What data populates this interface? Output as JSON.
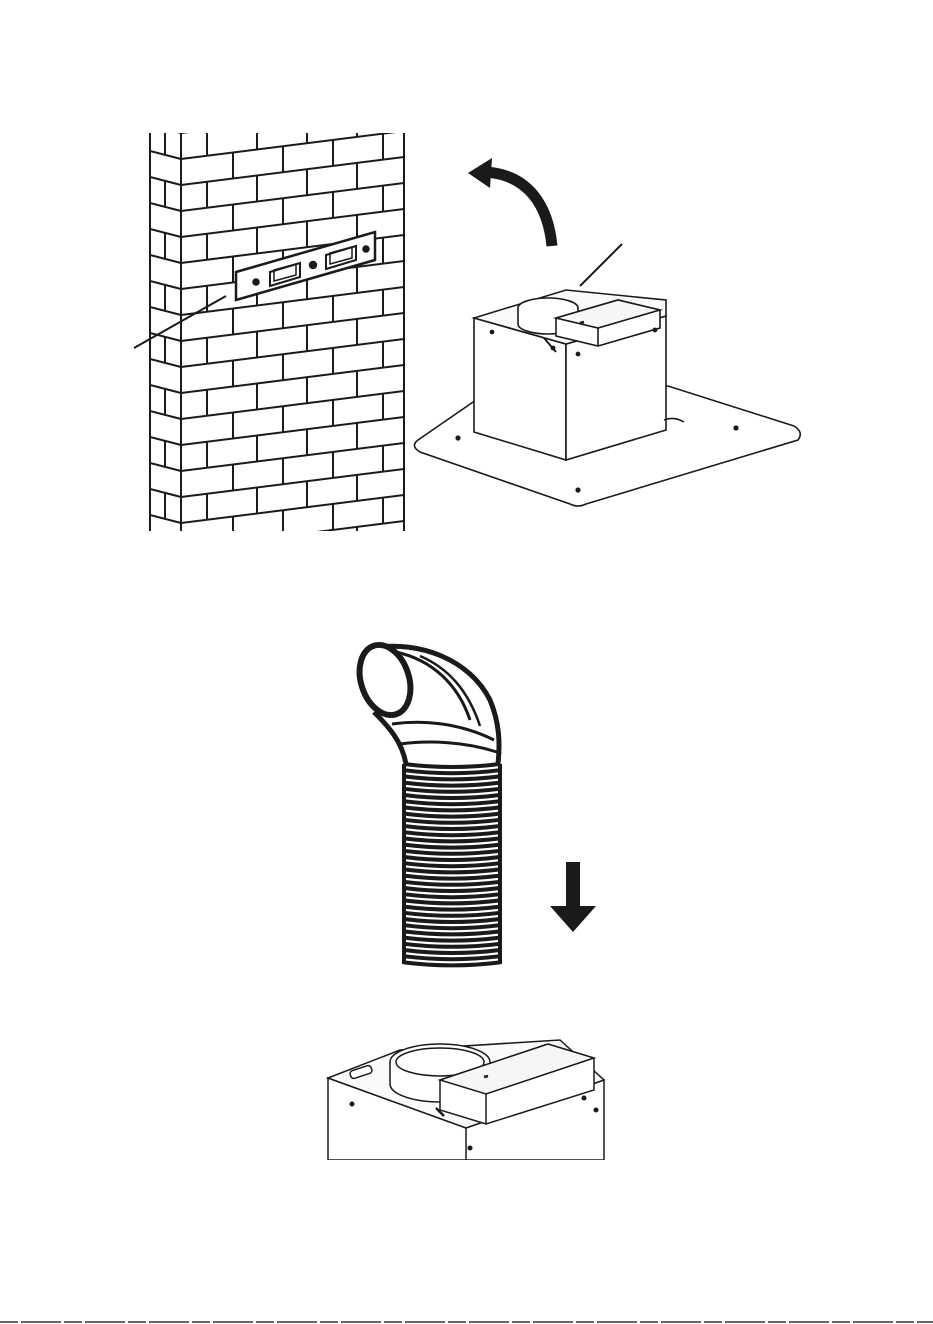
{
  "figure": {
    "panels": [
      {
        "id": "step-wall-bracket-and-hood",
        "callouts": 2
      },
      {
        "id": "step-flexible-duct",
        "callouts": 0
      }
    ],
    "colors": {
      "ink": "#1a1a1a",
      "paper": "#ffffff",
      "shade": "#f2f2f2"
    },
    "icons": [
      "rotate-arrow-icon",
      "down-arrow-icon"
    ]
  }
}
